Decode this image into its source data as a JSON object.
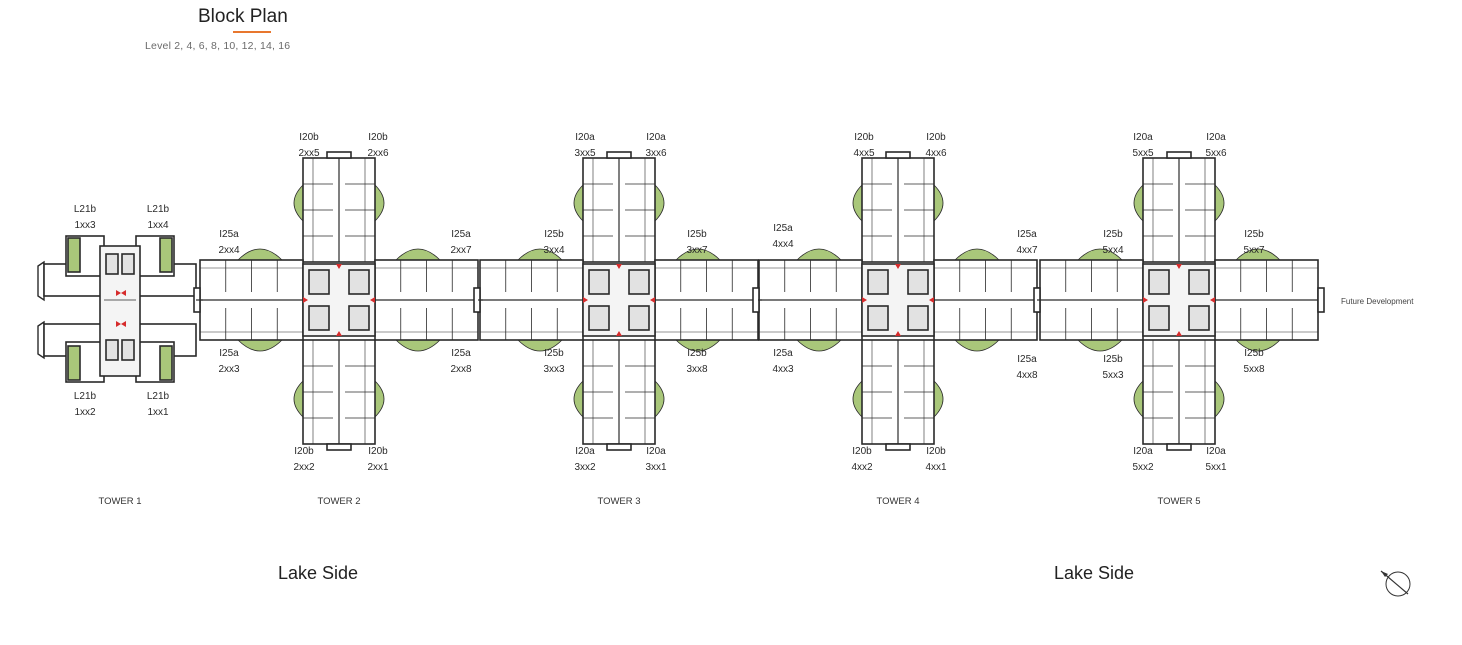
{
  "header": {
    "title": "Block Plan",
    "levels": "Level 2, 4, 6, 8, 10, 12, 14, 16"
  },
  "colors": {
    "accent": "#e8772e",
    "garden": "#a9c77a",
    "wall": "#2a2a2a",
    "core_marker": "#d62b2b"
  },
  "towers": [
    {
      "name": "TOWER 1",
      "units": [
        {
          "type": "L21b",
          "code": "1xx3"
        },
        {
          "type": "L21b",
          "code": "1xx4"
        },
        {
          "type": "L21b",
          "code": "1xx2"
        },
        {
          "type": "L21b",
          "code": "1xx1"
        }
      ]
    },
    {
      "name": "TOWER 2",
      "units": [
        {
          "type": "I20b",
          "code": "2xx5"
        },
        {
          "type": "I20b",
          "code": "2xx6"
        },
        {
          "type": "I25a",
          "code": "2xx4"
        },
        {
          "type": "I25a",
          "code": "2xx7"
        },
        {
          "type": "I25a",
          "code": "2xx3"
        },
        {
          "type": "I25a",
          "code": "2xx8"
        },
        {
          "type": "I20b",
          "code": "2xx2"
        },
        {
          "type": "I20b",
          "code": "2xx1"
        }
      ]
    },
    {
      "name": "TOWER 3",
      "units": [
        {
          "type": "I20a",
          "code": "3xx5"
        },
        {
          "type": "I20a",
          "code": "3xx6"
        },
        {
          "type": "I25b",
          "code": "3xx4"
        },
        {
          "type": "I25b",
          "code": "3xx7"
        },
        {
          "type": "I25b",
          "code": "3xx3"
        },
        {
          "type": "I25b",
          "code": "3xx8"
        },
        {
          "type": "I20a",
          "code": "3xx2"
        },
        {
          "type": "I20a",
          "code": "3xx1"
        }
      ]
    },
    {
      "name": "TOWER 4",
      "units": [
        {
          "type": "I20b",
          "code": "4xx5"
        },
        {
          "type": "I20b",
          "code": "4xx6"
        },
        {
          "type": "I25a",
          "code": "4xx4"
        },
        {
          "type": "I25a",
          "code": "4xx7"
        },
        {
          "type": "I25a",
          "code": "4xx3"
        },
        {
          "type": "I25a",
          "code": "4xx8"
        },
        {
          "type": "I20b",
          "code": "4xx2"
        },
        {
          "type": "I20b",
          "code": "4xx1"
        }
      ]
    },
    {
      "name": "TOWER 5",
      "units": [
        {
          "type": "I20a",
          "code": "5xx5"
        },
        {
          "type": "I20a",
          "code": "5xx6"
        },
        {
          "type": "I25b",
          "code": "5xx4"
        },
        {
          "type": "I25b",
          "code": "5xx7"
        },
        {
          "type": "I25b",
          "code": "5xx3"
        },
        {
          "type": "I25b",
          "code": "5xx8"
        },
        {
          "type": "I20a",
          "code": "5xx2"
        },
        {
          "type": "I20a",
          "code": "5xx1"
        }
      ]
    }
  ],
  "footer": {
    "lake_left": "Lake Side",
    "lake_right": "Lake Side",
    "future": "Future Development",
    "compass_icon": "north-arrow-icon"
  }
}
